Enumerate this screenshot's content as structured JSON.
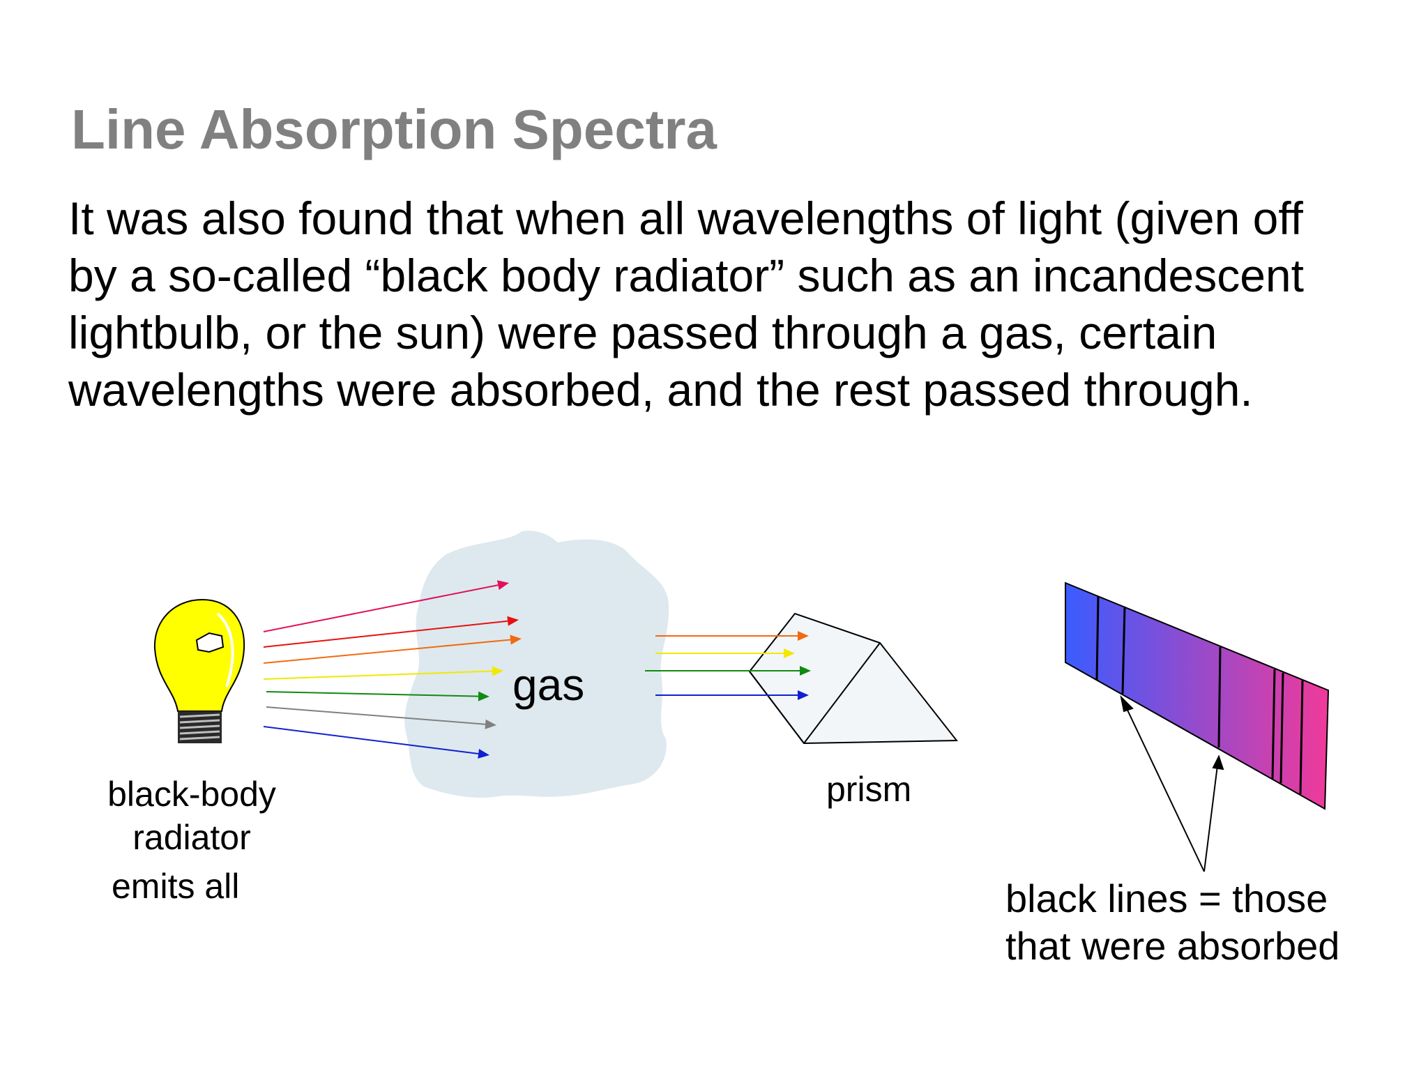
{
  "slide": {
    "title": "Line Absorption Spectra",
    "body_lines": [
      "It was also found that when all wavelengths of light (given off",
      "by a so-called “black body radiator” such as an incandescent",
      "lightbulb, or the sun) were passed through a gas, certain",
      "wavelengths were absorbed, and the rest passed through."
    ]
  },
  "diagram": {
    "bulb_label_lines": [
      "black-body",
      "radiator"
    ],
    "emits_label": "emits all ",
    "gas_label": "gas",
    "prism_label": "prism",
    "absorbed_label_lines": [
      "black lines = those ",
      "that were absorbed"
    ],
    "incoming_ray_colors": [
      "#e0105a",
      "#e81010",
      "#f26a10",
      "#f2e800",
      "#108a10",
      "#808080",
      "#1020d0"
    ],
    "outgoing_ray_colors": [
      "#f26a10",
      "#f2e800",
      "#108a10",
      "#1020d0"
    ],
    "spectrum_colors": [
      "#3a5cff",
      "#f03a9a"
    ],
    "gas_color": "#dde9ee",
    "bulb_color": "#ffff00"
  }
}
